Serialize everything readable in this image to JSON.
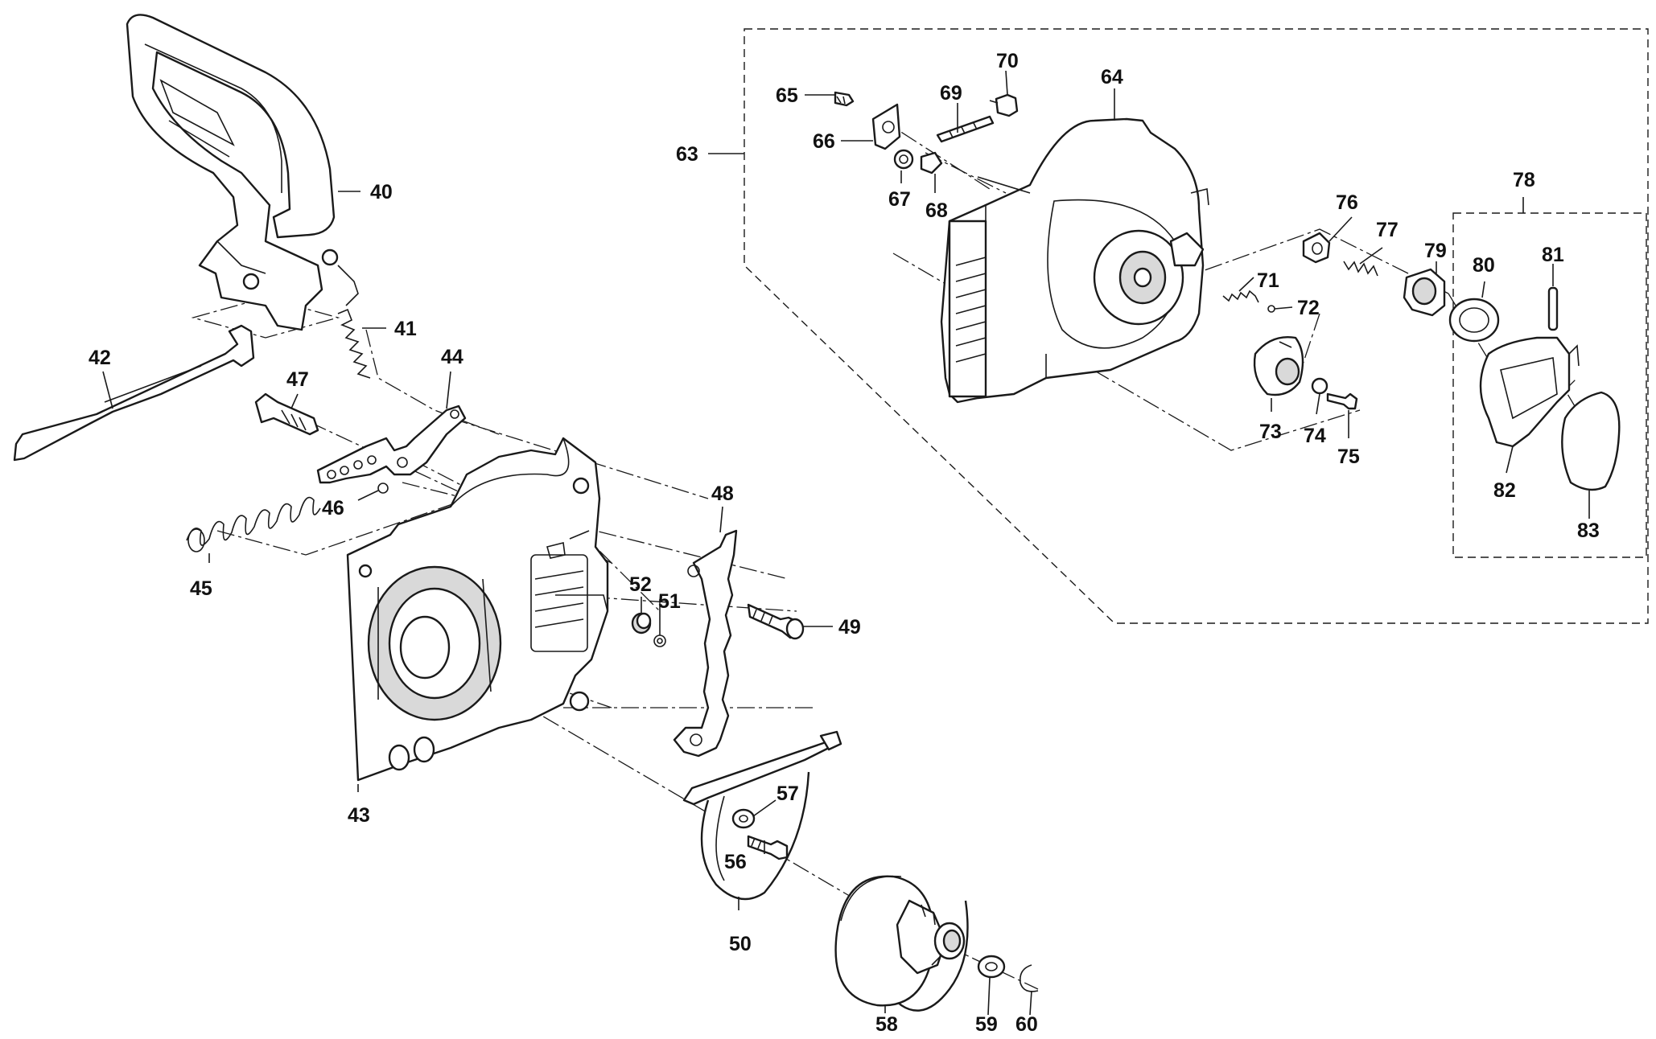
{
  "callouts": {
    "c40": "40",
    "c41": "41",
    "c42": "42",
    "c43": "43",
    "c44": "44",
    "c45": "45",
    "c46": "46",
    "c47": "47",
    "c48": "48",
    "c49": "49",
    "c50": "50",
    "c51": "51",
    "c52": "52",
    "c56": "56",
    "c57": "57",
    "c58": "58",
    "c59": "59",
    "c60": "60",
    "c63": "63",
    "c64": "64",
    "c65": "65",
    "c66": "66",
    "c67": "67",
    "c68": "68",
    "c69": "69",
    "c70": "70",
    "c71": "71",
    "c72": "72",
    "c73": "73",
    "c74": "74",
    "c75": "75",
    "c76": "76",
    "c77": "77",
    "c78": "78",
    "c79": "79",
    "c80": "80",
    "c81": "81",
    "c82": "82",
    "c83": "83"
  },
  "colors": {
    "line": "#1a1a1a",
    "shade": "#d9d9d9",
    "background": "#ffffff"
  }
}
